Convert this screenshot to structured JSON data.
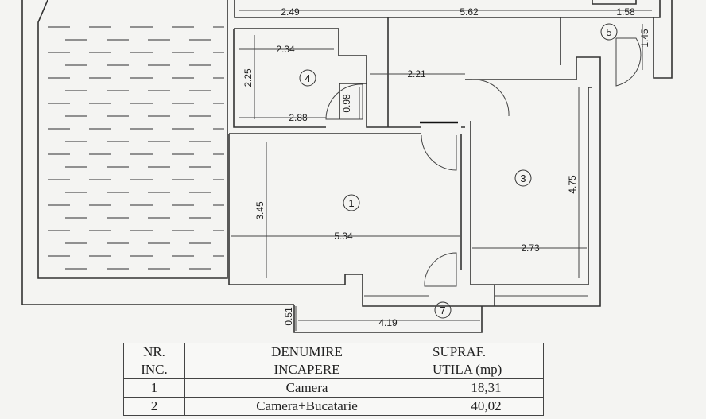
{
  "rooms": [
    {
      "id": "room-1",
      "number": "1"
    },
    {
      "id": "room-3",
      "number": "3"
    },
    {
      "id": "room-4",
      "number": "4"
    },
    {
      "id": "room-5",
      "number": "5"
    },
    {
      "id": "room-7",
      "number": "7"
    }
  ],
  "dimensions": {
    "top_left": "2.49",
    "top_middle": "5.62",
    "top_right": "1.58",
    "room5_side": "1.45",
    "room4_top": "2.34",
    "room4_side": "2.25",
    "room4_bottom": "2.88",
    "room4_door": "0.98",
    "corridor": "2.21",
    "room1_side": "3.45",
    "room1_width": "5.34",
    "room3_side": "4.75",
    "room3_width": "2.73",
    "room7_side": "0.51",
    "room7_width": "4.19"
  },
  "table": {
    "headers": [
      {
        "line1": "NR.",
        "line2": "INC."
      },
      {
        "line1": "DENUMIRE",
        "line2": "INCAPERE"
      },
      {
        "line1": "SUPRAF.",
        "line2": "UTILA (mp)"
      }
    ],
    "rows": [
      {
        "nr": "1",
        "name": "Camera",
        "area": "18,31"
      },
      {
        "nr": "2",
        "name": "Camera+Bucatarie",
        "area": "40,02"
      }
    ]
  }
}
